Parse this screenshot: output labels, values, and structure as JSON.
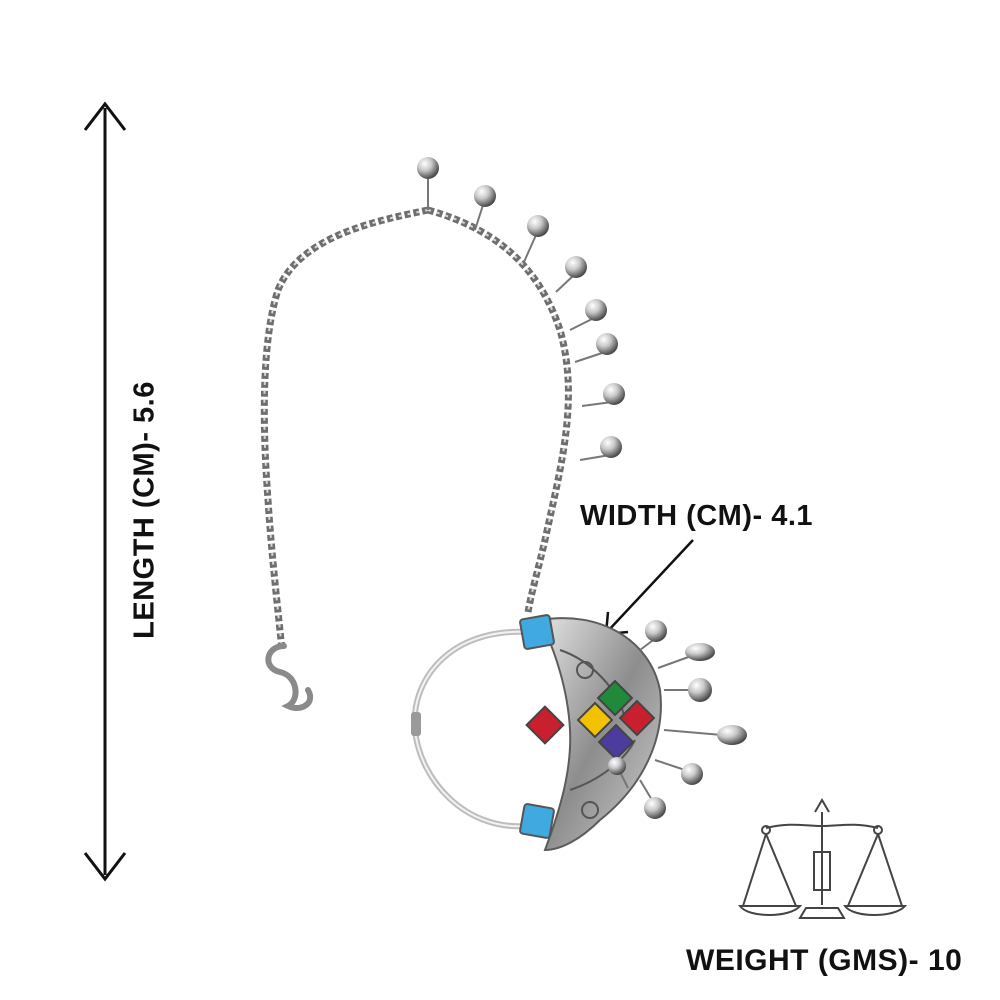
{
  "labels": {
    "length": "LENGTH (CM)- 5.6",
    "width": "WIDTH (CM)- 4.1",
    "weight": "WEIGHT (GMS)- 10"
  },
  "colors": {
    "text": "#111111",
    "silver": "#b8b8b8",
    "stone_blue": "#3fa9e0",
    "stone_green": "#1f8a3a",
    "stone_red": "#c8202e",
    "stone_yellow": "#f2c200",
    "stone_purple": "#4b3c9e"
  },
  "icons": {
    "length_arrow": "double-arrow-vertical",
    "width_pointer": "arrow-diagonal",
    "weight_icon": "balance-scale-icon"
  }
}
